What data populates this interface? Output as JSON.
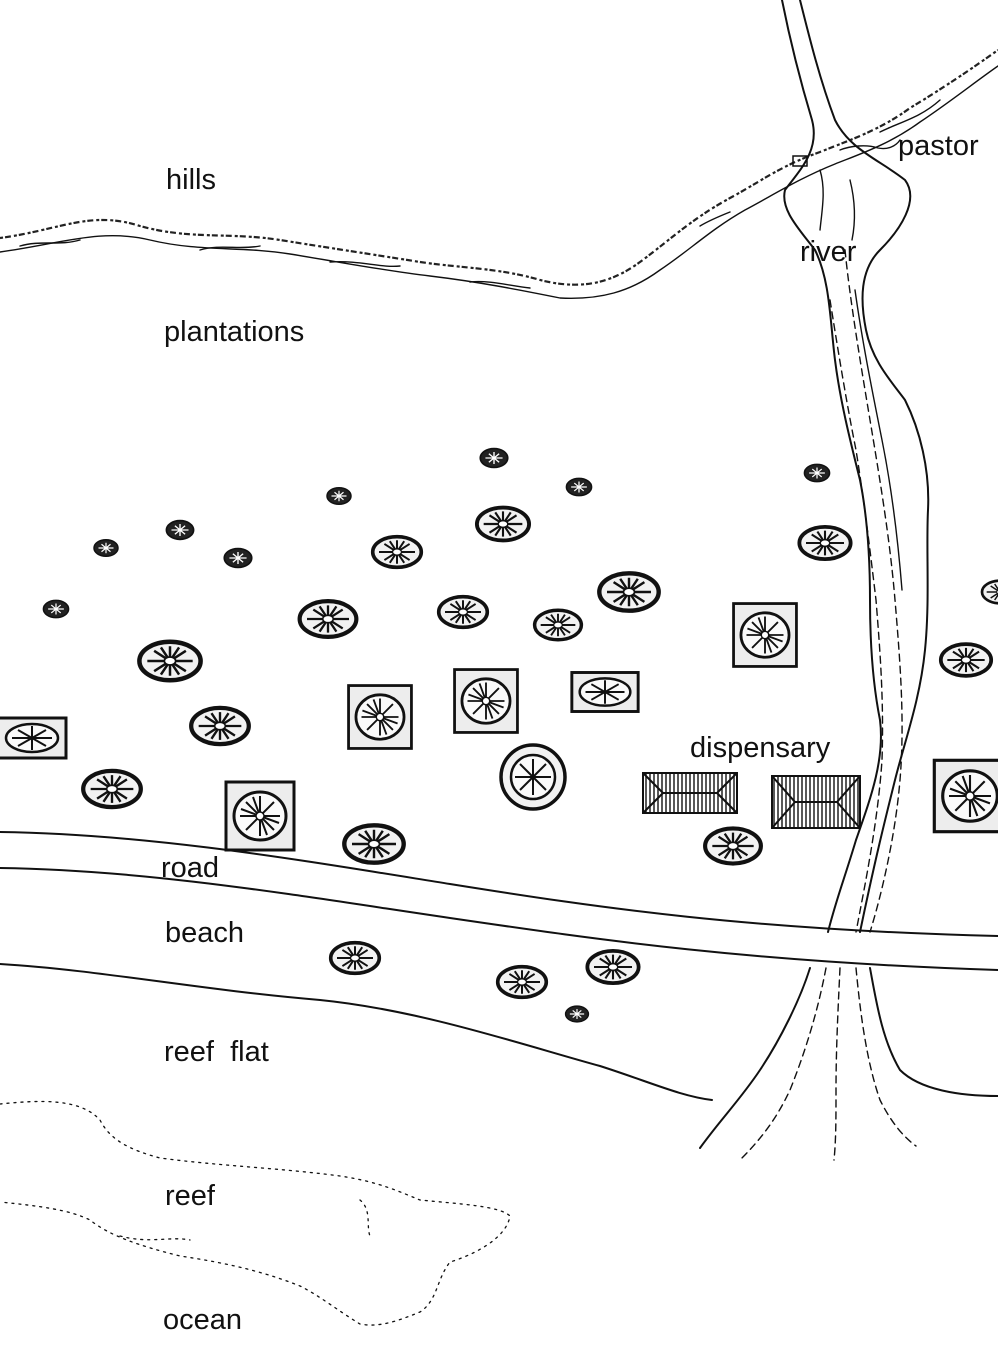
{
  "labels": {
    "hills": "hills",
    "pastor": "pastor",
    "river": "river",
    "plantations": "plantations",
    "dispensary": "dispensary",
    "road": "road",
    "beach": "beach",
    "reef_flat": "reef  flat",
    "reef": "reef",
    "ocean": "ocean"
  }
}
